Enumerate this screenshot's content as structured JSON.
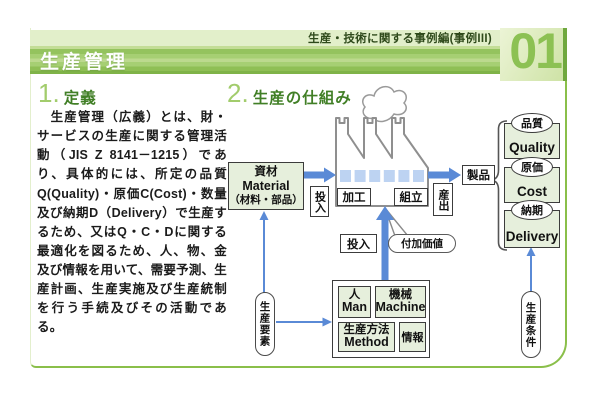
{
  "header": {
    "category": "生産・技術に関する事例編(事例III)",
    "number": "01",
    "title": "生産管理"
  },
  "section1": {
    "number": "1.",
    "heading": "定義",
    "body": "　生産管理（広義）とは、財・サービスの生産に関する管理活動（JIS Z 8141－1215）であり、具体的には、所定の品質Q(Quality)・原価C(Cost)・数量及び納期D（Delivery）で生産するため、又はQ・C・Dに関する最適化を図るため、人、物、金及び情報を用いて、需要予測、生産計画、生産実施及び生産統制を行う手続及びその活動である。"
  },
  "section2": {
    "number": "2.",
    "heading": "生産の仕組み",
    "diagram": {
      "material": {
        "ja": "資材",
        "en": "Material",
        "sub": "（材料・部品）"
      },
      "input_vertical": "投入",
      "process": "加工",
      "assembly": "組立",
      "output_vertical": "産出",
      "product": "製品",
      "qcd": [
        {
          "ja": "品質",
          "en": "Quality"
        },
        {
          "ja": "原価",
          "en": "Cost"
        },
        {
          "ja": "納期",
          "en": "Delivery"
        }
      ],
      "input_horizontal": "投入",
      "added_value": "付加価値",
      "resources": {
        "man_ja": "人",
        "man_en": "Man",
        "machine_ja": "機械",
        "machine_en": "Machine",
        "method_ja": "生産方法",
        "method_en": "Method",
        "info_ja": "情報"
      },
      "production_factors": "生産要素",
      "production_conditions": "生産条件"
    }
  },
  "colors": {
    "frame_green": "#8abf4a",
    "title_bar_green": "#94c35e",
    "heading_green": "#417f26",
    "number_green": "#8cc153",
    "arrow_blue": "#5a8ad6",
    "box_fill_green": "#e6efdc",
    "window_blue": "#bdd3f2"
  }
}
